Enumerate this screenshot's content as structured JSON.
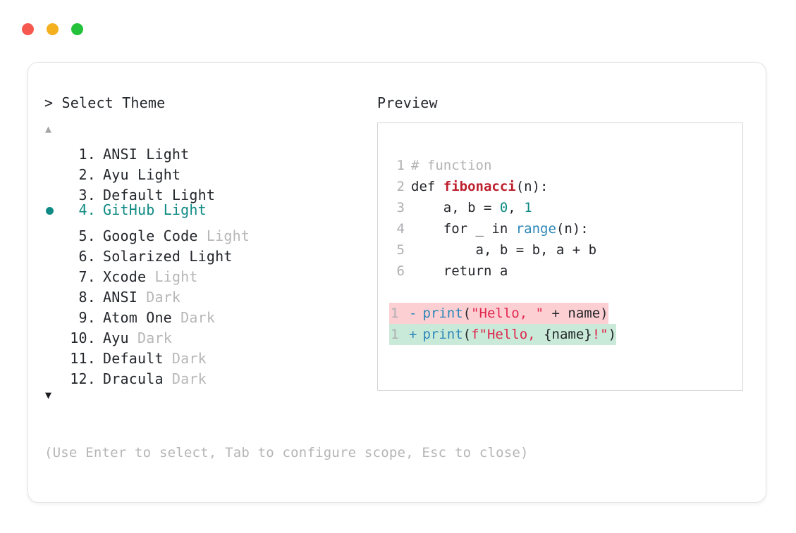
{
  "window": {
    "dots": [
      {
        "name": "close-dot",
        "color": "#f6574e"
      },
      {
        "name": "minimize-dot",
        "color": "#f5b01f"
      },
      {
        "name": "maximize-dot",
        "color": "#24c23b"
      }
    ]
  },
  "prompt": {
    "heading": "> Select Theme",
    "scroll_up_glyph": "▲",
    "scroll_down_glyph": "▼",
    "hint": "(Use Enter to select, Tab to configure scope, Esc to close)"
  },
  "themes": {
    "selected_index": 4,
    "bullet_color": "#0f8a84",
    "items": [
      {
        "index": "1.",
        "name": "ANSI",
        "suffix": "Light",
        "suffix_dim": false,
        "selected": false
      },
      {
        "index": "2.",
        "name": "Ayu",
        "suffix": "Light",
        "suffix_dim": false,
        "selected": false
      },
      {
        "index": "3.",
        "name": "Default",
        "suffix": "Light",
        "suffix_dim": false,
        "selected": false
      },
      {
        "index": "4.",
        "name": "GitHub",
        "suffix": "Light",
        "suffix_dim": false,
        "selected": true
      },
      {
        "index": "5.",
        "name": "Google Code",
        "suffix": "Light",
        "suffix_dim": true,
        "selected": false
      },
      {
        "index": "6.",
        "name": "Solarized",
        "suffix": "Light",
        "suffix_dim": false,
        "selected": false
      },
      {
        "index": "7.",
        "name": "Xcode",
        "suffix": "Light",
        "suffix_dim": true,
        "selected": false
      },
      {
        "index": "8.",
        "name": "ANSI",
        "suffix": "Dark",
        "suffix_dim": true,
        "selected": false
      },
      {
        "index": "9.",
        "name": "Atom One",
        "suffix": "Dark",
        "suffix_dim": true,
        "selected": false
      },
      {
        "index": "10.",
        "name": "Ayu",
        "suffix": "Dark",
        "suffix_dim": true,
        "selected": false
      },
      {
        "index": "11.",
        "name": "Default",
        "suffix": "Dark",
        "suffix_dim": true,
        "selected": false
      },
      {
        "index": "12.",
        "name": "Dracula",
        "suffix": "Dark",
        "suffix_dim": true,
        "selected": false
      }
    ]
  },
  "preview": {
    "heading": "Preview",
    "code_lines": [
      {
        "ln": "1",
        "tokens": [
          {
            "t": "# function",
            "c": "comment"
          }
        ]
      },
      {
        "ln": "2",
        "tokens": [
          {
            "t": "def ",
            "c": "kw"
          },
          {
            "t": "fibonacci",
            "c": "fn"
          },
          {
            "t": "(n):",
            "c": "plain"
          }
        ]
      },
      {
        "ln": "3",
        "tokens": [
          {
            "t": "    a, b = ",
            "c": "plain"
          },
          {
            "t": "0",
            "c": "num"
          },
          {
            "t": ", ",
            "c": "plain"
          },
          {
            "t": "1",
            "c": "num"
          }
        ]
      },
      {
        "ln": "4",
        "tokens": [
          {
            "t": "    for _ in ",
            "c": "plain"
          },
          {
            "t": "range",
            "c": "builtin"
          },
          {
            "t": "(n):",
            "c": "plain"
          }
        ]
      },
      {
        "ln": "5",
        "tokens": [
          {
            "t": "        a, b = b, a + b",
            "c": "plain"
          }
        ]
      },
      {
        "ln": "6",
        "tokens": [
          {
            "t": "    return a",
            "c": "plain"
          }
        ]
      }
    ],
    "diff": [
      {
        "ln": "1",
        "marker": "-",
        "kind": "minus",
        "bg": "#fccfd3",
        "tokens": [
          {
            "t": "print",
            "c": "call"
          },
          {
            "t": "(",
            "c": "punct"
          },
          {
            "t": "\"Hello, \"",
            "c": "str"
          },
          {
            "t": " + name)",
            "c": "plain"
          }
        ]
      },
      {
        "ln": "1",
        "marker": "+",
        "kind": "plus",
        "bg": "#c9ead8",
        "tokens": [
          {
            "t": "print",
            "c": "call"
          },
          {
            "t": "(",
            "c": "punct"
          },
          {
            "t": "f\"Hello, ",
            "c": "str"
          },
          {
            "t": "{name}",
            "c": "plain"
          },
          {
            "t": "!\"",
            "c": "str"
          },
          {
            "t": ")",
            "c": "punct"
          }
        ]
      }
    ]
  }
}
